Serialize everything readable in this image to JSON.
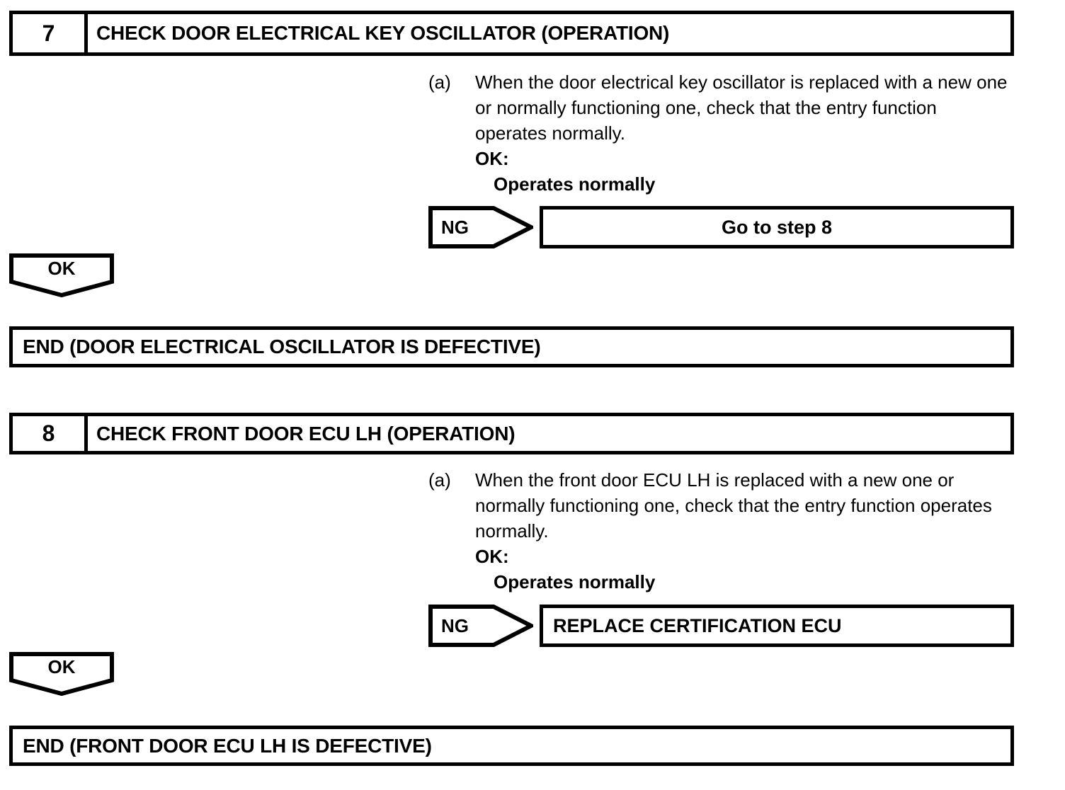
{
  "document": {
    "type": "diagnostic-flowchart",
    "ink_color": "#000000",
    "background_color": "#ffffff"
  },
  "steps": [
    {
      "number": "7",
      "title": "CHECK DOOR ELECTRICAL KEY OSCILLATOR (OPERATION)",
      "procedure": {
        "marker": "(a)",
        "text": "When the door electrical key oscillator is replaced with a new one or normally functioning one, check that the entry function operates normally.",
        "ok_label": "OK:",
        "ok_value": "Operates normally"
      },
      "ng_branch": {
        "label": "NG",
        "result": "Go to step 8",
        "result_align": "center"
      },
      "ok_branch": {
        "label": "OK",
        "result": "END (DOOR ELECTRICAL OSCILLATOR IS DEFECTIVE)"
      }
    },
    {
      "number": "8",
      "title": "CHECK FRONT DOOR ECU LH (OPERATION)",
      "procedure": {
        "marker": "(a)",
        "text": "When the front door ECU LH is replaced with a new one or normally functioning one, check that the entry function operates normally.",
        "ok_label": "OK:",
        "ok_value": "Operates normally"
      },
      "ng_branch": {
        "label": "NG",
        "result": "REPLACE CERTIFICATION ECU",
        "result_align": "left"
      },
      "ok_branch": {
        "label": "OK",
        "result": "END (FRONT DOOR ECU LH IS DEFECTIVE)"
      }
    }
  ]
}
